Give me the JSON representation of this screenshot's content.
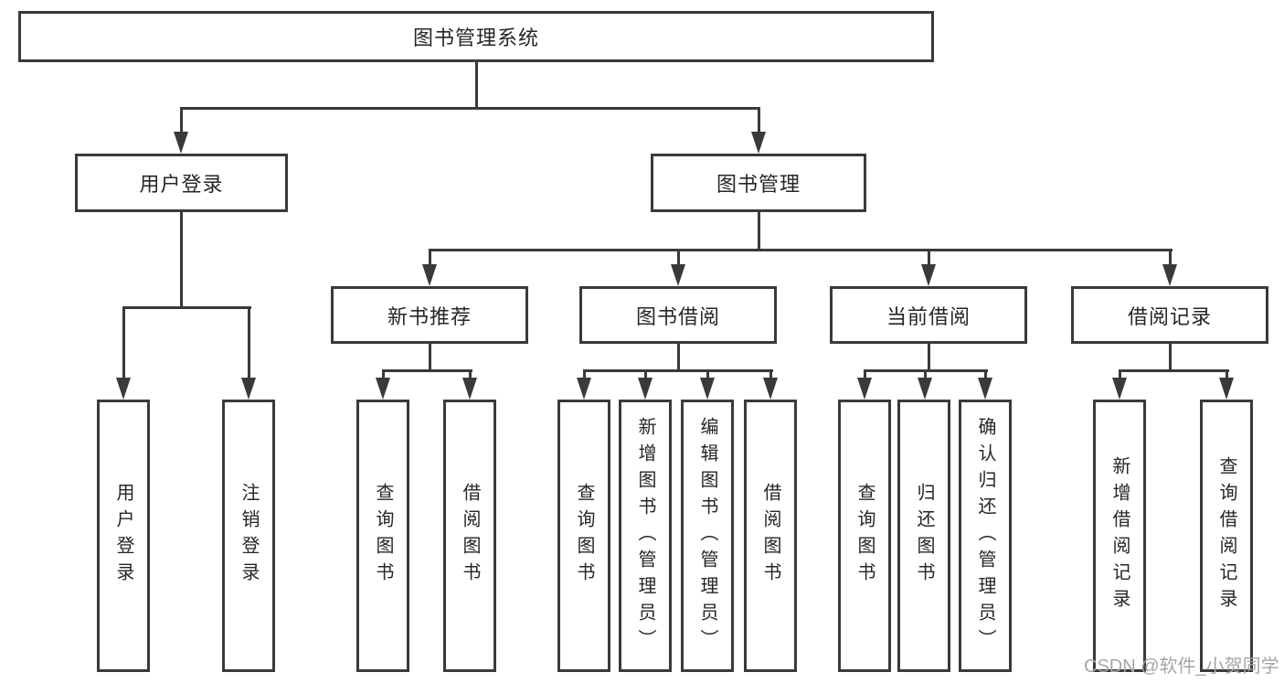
{
  "root": {
    "label": "图书管理系统"
  },
  "level2": [
    {
      "label": "用户登录"
    },
    {
      "label": "图书管理"
    }
  ],
  "level3": [
    {
      "label": "新书推荐"
    },
    {
      "label": "图书借阅"
    },
    {
      "label": "当前借阅"
    },
    {
      "label": "借阅记录"
    }
  ],
  "leaves": {
    "user": [
      {
        "label": "用户登录"
      },
      {
        "label": "注销登录"
      }
    ],
    "newbook": [
      {
        "label": "查询图书"
      },
      {
        "label": "借阅图书"
      }
    ],
    "borrow": [
      {
        "label": "查询图书"
      },
      {
        "label": "新增图书（管理员）"
      },
      {
        "label": "编辑图书（管理员）"
      },
      {
        "label": "借阅图书"
      }
    ],
    "current": [
      {
        "label": "查询图书"
      },
      {
        "label": "归还图书"
      },
      {
        "label": "确认归还（管理员）"
      }
    ],
    "records": [
      {
        "label": "新增借阅记录"
      },
      {
        "label": "查询借阅记录"
      }
    ]
  },
  "watermark": "CSDN @软件_小贺同学",
  "colors": {
    "line": "#3a3a3a",
    "border": "#3a3a3a",
    "text": "#262626",
    "watermark": "#a6a6a6",
    "background": "#ffffff"
  }
}
